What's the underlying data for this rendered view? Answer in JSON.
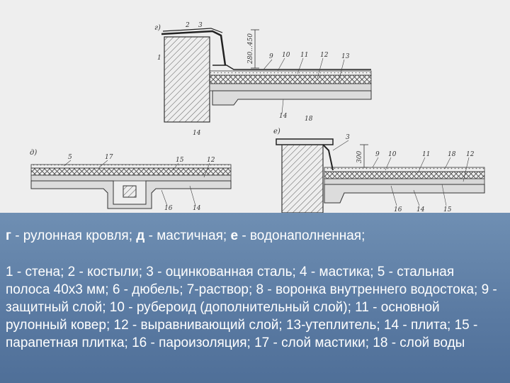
{
  "figure": {
    "subfigures": {
      "g": {
        "letter": "г)"
      },
      "d": {
        "letter": "д)"
      },
      "e": {
        "letter": "е)"
      }
    },
    "callouts_g": [
      "1",
      "2",
      "3",
      "9",
      "10",
      "11",
      "12",
      "13",
      "14",
      "18"
    ],
    "callouts_d": [
      "5",
      "17",
      "15",
      "12",
      "16",
      "14"
    ],
    "callouts_e": [
      "3",
      "9",
      "10",
      "11",
      "18",
      "12",
      "16",
      "14",
      "15"
    ],
    "dim_g": "280...450",
    "dim_e": "300",
    "stray_labels": [
      "14"
    ]
  },
  "caption": {
    "g_letter": "г",
    "g_text": " - рулонная кровля; ",
    "d_letter": "д",
    "d_text": " - мастичная; ",
    "e_letter": "е",
    "e_text": " - водонаполненная;",
    "legend": "1 - стена; 2 - костыли; 3 - оцинкованная сталь; 4 - мастика; 5 - стальная полоса 40х3 мм; 6 - дюбель; 7-раствор; 8 - воронка внутреннего водостока; 9 - защитный слой; 10 - рубероид (дополнительный слой); 11 - основной рулонный ковер; 12 - выравнивающий слой; 13-утеплитель; 14 - плита; 15 - парапетная плитка; 16 - пароизоляция; 17 - слой мастики; 18 - слой воды"
  }
}
